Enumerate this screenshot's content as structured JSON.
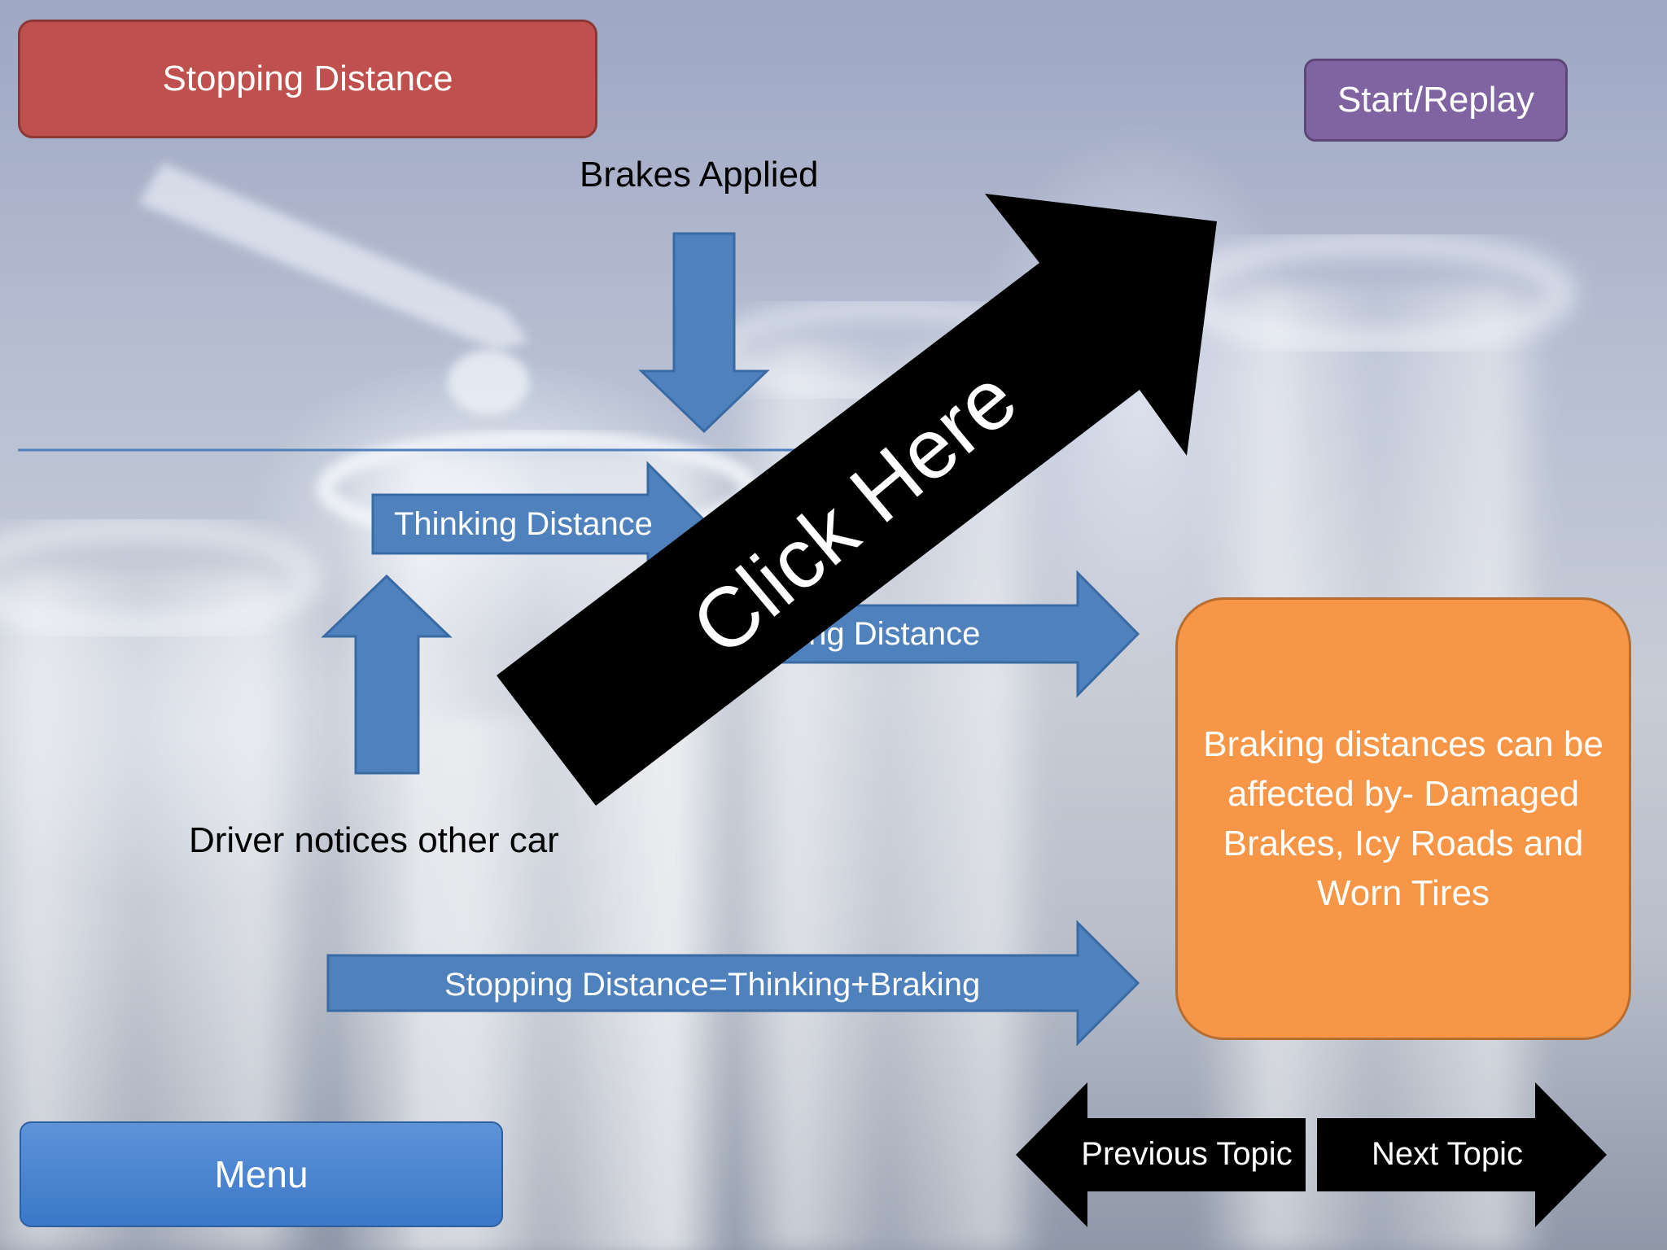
{
  "header": {
    "title": "Stopping Distance",
    "replay_label": "Start/Replay"
  },
  "diagram": {
    "brakes_applied": "Brakes Applied",
    "thinking_distance": "Thinking Distance",
    "braking_distance": "Braking Distance",
    "driver_notices": "Driver notices other car",
    "stopping_formula": "Stopping Distance=Thinking+Braking"
  },
  "overlay": {
    "click_here": "Click Here"
  },
  "info": {
    "text": "Braking distances can be affected by- Damaged Brakes, Icy Roads and Worn Tires"
  },
  "footer": {
    "menu_label": "Menu",
    "previous_label": "Previous Topic",
    "next_label": "Next Topic"
  },
  "colors": {
    "title_bg": "#c0504d",
    "replay_bg": "#8064a2",
    "arrow_blue": "#4f81bd",
    "info_bg": "#f79646",
    "menu_bg": "#3b78c8",
    "nav_arrow": "#000000"
  },
  "icons": {
    "background": "test-tubes-photo",
    "click_arrow": "arrow-up-right-icon",
    "down_arrow": "arrow-down-icon",
    "up_arrow": "arrow-up-icon",
    "right_arrow": "arrow-right-icon",
    "prev_arrow": "arrow-left-icon",
    "next_arrow": "arrow-right-icon"
  }
}
